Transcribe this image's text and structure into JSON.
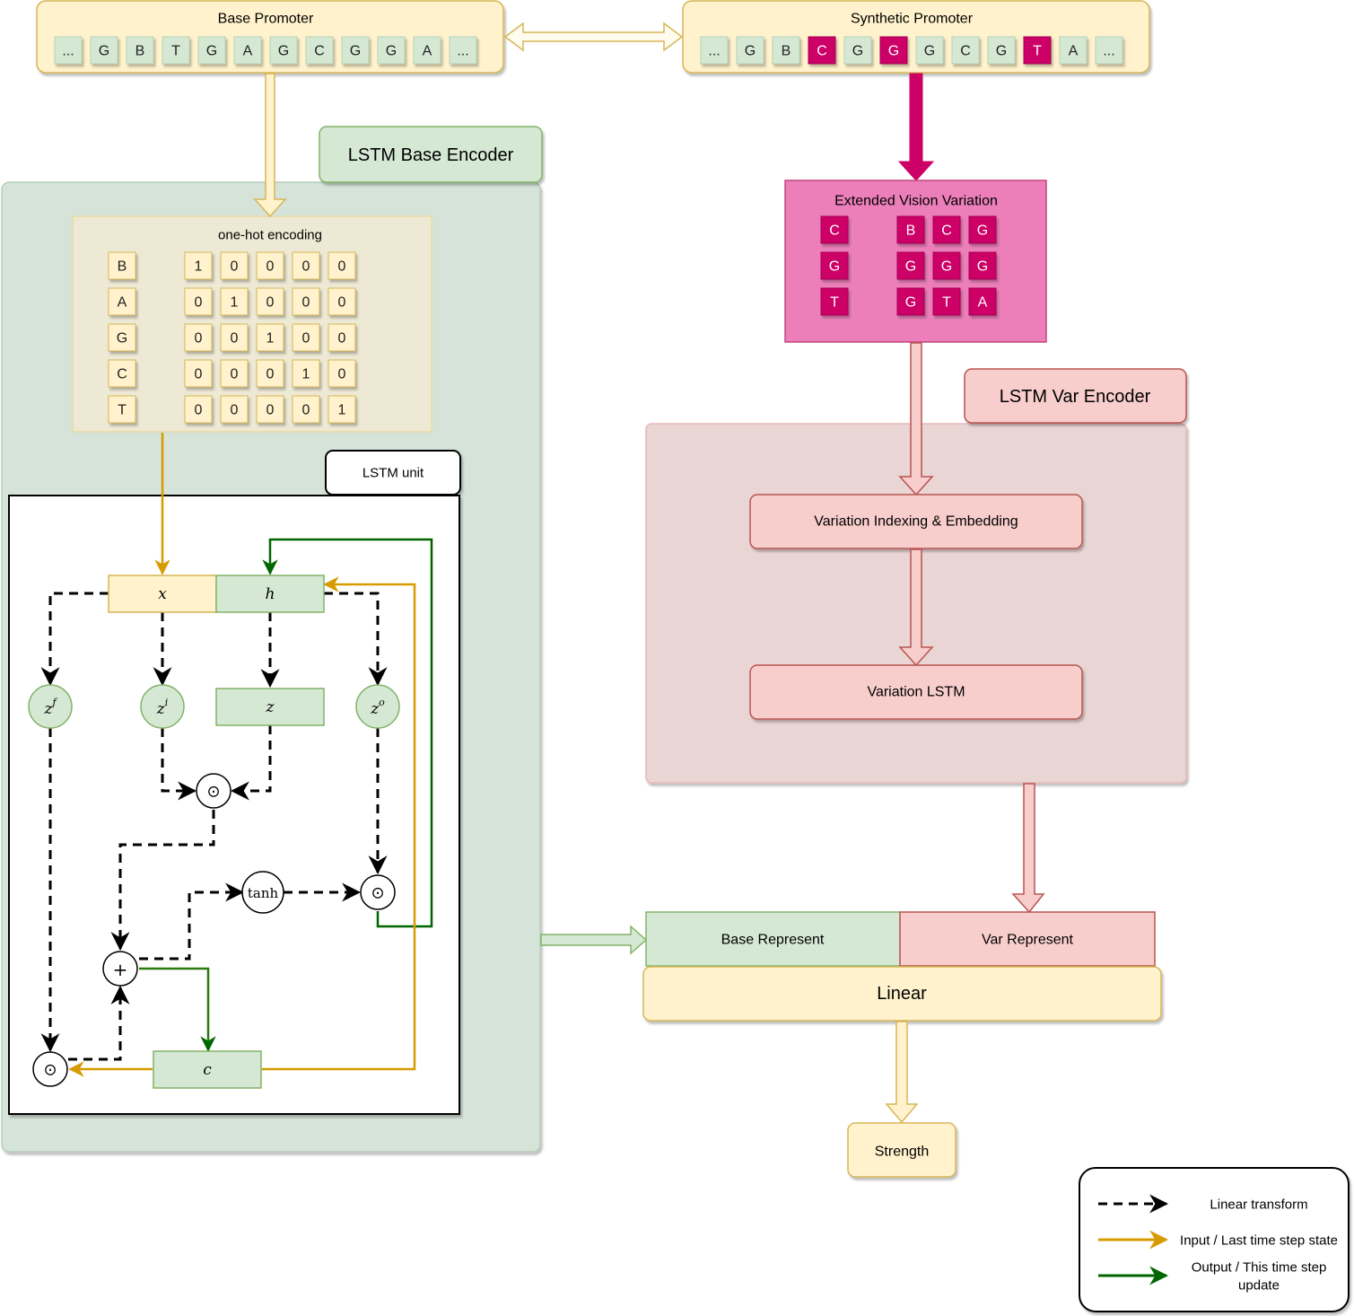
{
  "base_promoter": {
    "title": "Base Promoter",
    "sequence": [
      "...",
      "G",
      "B",
      "T",
      "G",
      "A",
      "G",
      "C",
      "G",
      "G",
      "A",
      "..."
    ]
  },
  "synthetic_promoter": {
    "title": "Synthetic Promoter",
    "sequence": [
      "...",
      "G",
      "B",
      "C",
      "G",
      "G",
      "G",
      "C",
      "G",
      "T",
      "A",
      "..."
    ],
    "highlighted": [
      false,
      false,
      false,
      true,
      false,
      true,
      false,
      false,
      false,
      true,
      false,
      false
    ]
  },
  "base_encoder": {
    "title": "LSTM Base Encoder",
    "onehot": {
      "title": "one-hot encoding",
      "rows": [
        {
          "symbol": "B",
          "bits": [
            "1",
            "0",
            "0",
            "0",
            "0"
          ]
        },
        {
          "symbol": "A",
          "bits": [
            "0",
            "1",
            "0",
            "0",
            "0"
          ]
        },
        {
          "symbol": "G",
          "bits": [
            "0",
            "0",
            "1",
            "0",
            "0"
          ]
        },
        {
          "symbol": "C",
          "bits": [
            "0",
            "0",
            "0",
            "1",
            "0"
          ]
        },
        {
          "symbol": "T",
          "bits": [
            "0",
            "0",
            "0",
            "0",
            "1"
          ]
        }
      ]
    },
    "lstm_unit": {
      "title": "LSTM unit",
      "x": "x",
      "h": "h",
      "z": "z",
      "c": "c",
      "zf": "z",
      "zf_sup": "f",
      "zi": "z",
      "zi_sup": "i",
      "zo": "z",
      "zo_sup": "o",
      "tanh": "tanh",
      "hadamard": "⊙",
      "plus": "+"
    }
  },
  "extended_variation": {
    "title": "Extended Vision Variation",
    "left_column": [
      "C",
      "G",
      "T"
    ],
    "grid": [
      [
        "B",
        "C",
        "G"
      ],
      [
        "G",
        "G",
        "G"
      ],
      [
        "G",
        "T",
        "A"
      ]
    ]
  },
  "var_encoder": {
    "title": "LSTM Var Encoder",
    "indexing": "Variation Indexing & Embedding",
    "lstm": "Variation LSTM"
  },
  "base_represent": "Base Represent",
  "var_represent": "Var Represent",
  "linear": "Linear",
  "strength": "Strength",
  "legend": {
    "linear_transform": "Linear transform",
    "input_state_line1": "Input / Last time step state",
    "output_update_line1": "Output / This time step",
    "output_update_line2": "update"
  },
  "colors": {
    "green_fill": "#d5e8d4",
    "green_stroke": "#82b366",
    "yellow_fill": "#fff2cc",
    "yellow_stroke": "#d6b656",
    "red_fill": "#f8cecc",
    "red_stroke": "#b85450",
    "magenta": "#cc0066",
    "pink_box": "#ec7fba",
    "orange_arrow": "#d79b00",
    "dark_green_arrow": "#006600"
  }
}
